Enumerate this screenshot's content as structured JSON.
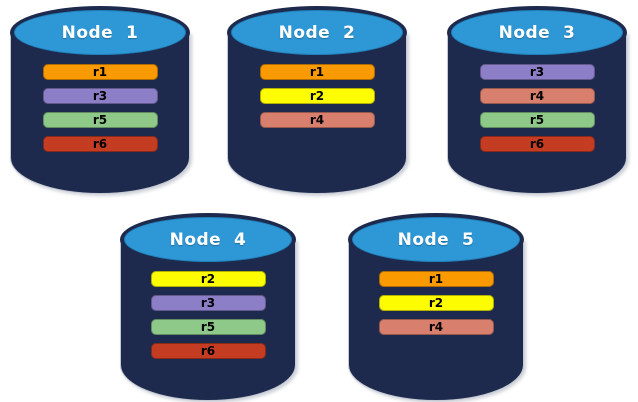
{
  "colors": {
    "cylinder_body": "#1D2A4D",
    "cylinder_top": "#2E97D5",
    "r1": "#F89A00",
    "r2": "#FDFC00",
    "r3": "#8D7FC7",
    "r4": "#D97F6E",
    "r5": "#8FC989",
    "r6": "#C43C22"
  },
  "nodes": [
    {
      "label": "Node  1",
      "replicas": [
        {
          "id": "r1",
          "color": "#F89A00"
        },
        {
          "id": "r3",
          "color": "#8D7FC7"
        },
        {
          "id": "r5",
          "color": "#8FC989"
        },
        {
          "id": "r6",
          "color": "#C43C22"
        }
      ]
    },
    {
      "label": "Node  2",
      "replicas": [
        {
          "id": "r1",
          "color": "#F89A00"
        },
        {
          "id": "r2",
          "color": "#FDFC00"
        },
        {
          "id": "r4",
          "color": "#D97F6E"
        }
      ]
    },
    {
      "label": "Node  3",
      "replicas": [
        {
          "id": "r3",
          "color": "#8D7FC7"
        },
        {
          "id": "r4",
          "color": "#D97F6E"
        },
        {
          "id": "r5",
          "color": "#8FC989"
        },
        {
          "id": "r6",
          "color": "#C43C22"
        }
      ]
    },
    {
      "label": "Node  4",
      "replicas": [
        {
          "id": "r2",
          "color": "#FDFC00"
        },
        {
          "id": "r3",
          "color": "#8D7FC7"
        },
        {
          "id": "r5",
          "color": "#8FC989"
        },
        {
          "id": "r6",
          "color": "#C43C22"
        }
      ]
    },
    {
      "label": "Node  5",
      "replicas": [
        {
          "id": "r1",
          "color": "#F89A00"
        },
        {
          "id": "r2",
          "color": "#FDFC00"
        },
        {
          "id": "r4",
          "color": "#D97F6E"
        }
      ]
    }
  ]
}
